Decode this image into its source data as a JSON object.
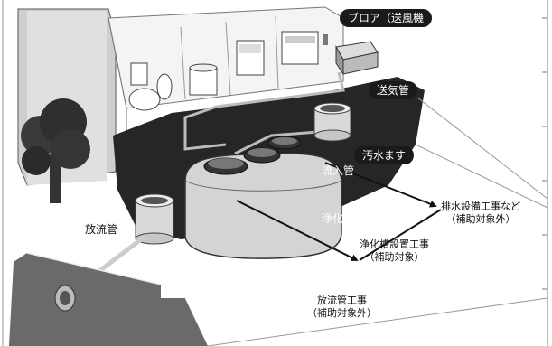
{
  "labels": {
    "blower": "ブロア（送風機",
    "air_pipe": "送気管",
    "sewage_basin": "汚水ます",
    "inflow_pipe": "流入管",
    "tank_body": "浄化槽本体",
    "outflow_pipe": "放流管"
  },
  "notes": {
    "drainage_work": "排水設備工事など",
    "drainage_subsidy": "（補助対象外）",
    "tank_work": "浄化槽設置工事",
    "tank_subsidy": "（補助対象）",
    "outflow_work": "放流管工事",
    "outflow_subsidy": "（補助対象外）"
  },
  "colors": {
    "ground": "#262626",
    "pill": "#1a1a1a",
    "line": "#111111"
  }
}
